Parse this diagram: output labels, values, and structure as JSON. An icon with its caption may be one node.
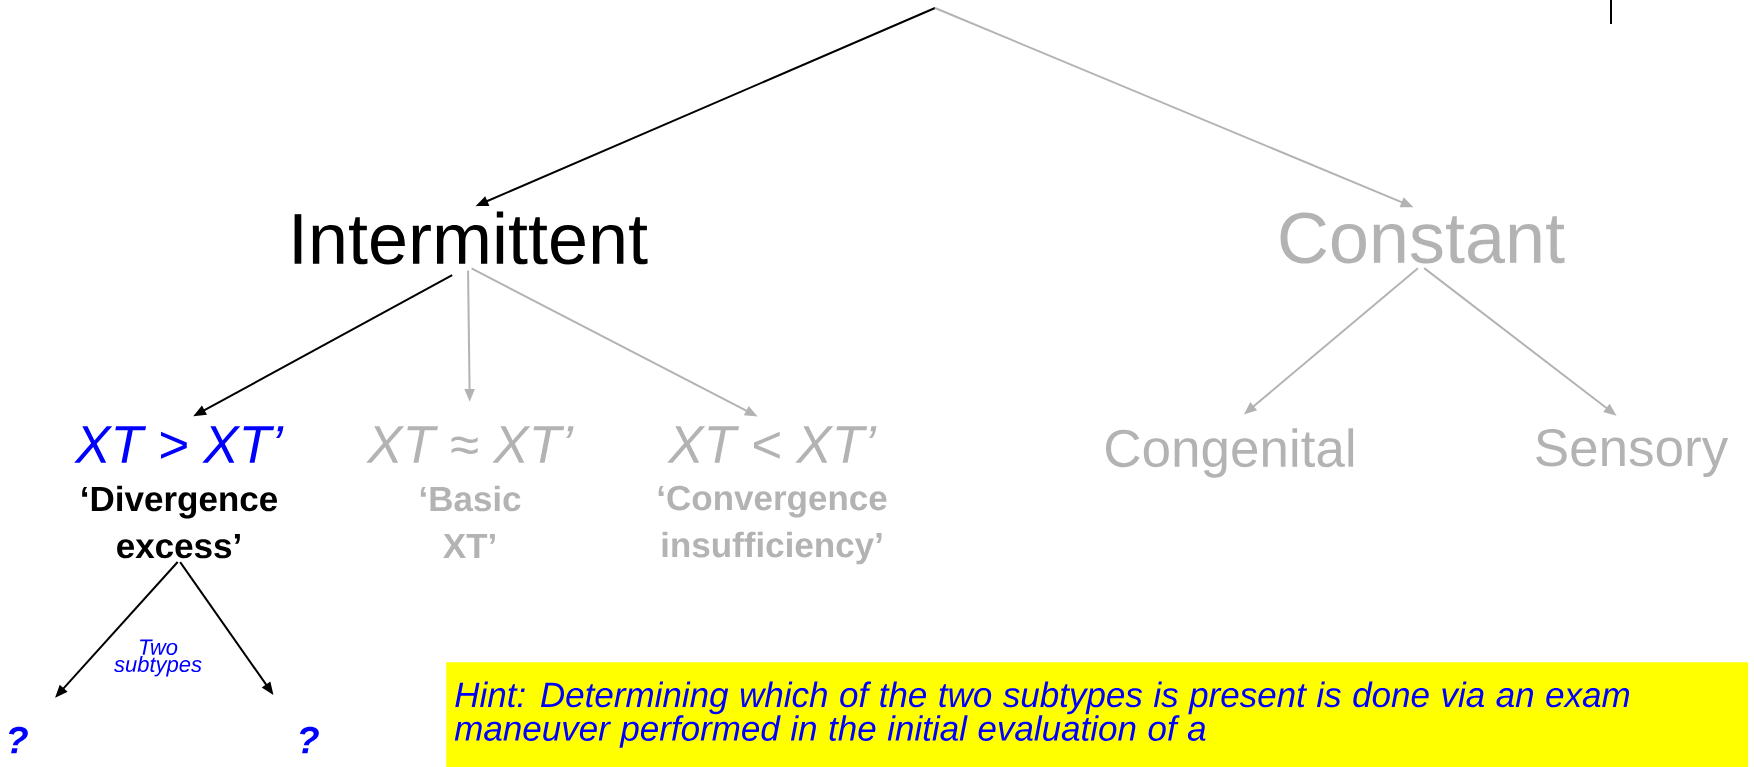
{
  "diagram": {
    "nodes": [
      {
        "text": [
          "Intermittent"
        ]
      },
      {
        "text": [
          "Constant"
        ]
      },
      {
        "text": [
          "XT > XT’",
          "‘Divergence excess’"
        ]
      },
      {
        "text": [
          "XT ≈ XT’",
          "‘Basic XT’"
        ]
      },
      {
        "text": [
          "XT < XT’",
          "‘Convergence insufficiency’"
        ]
      },
      {
        "text": [
          "Congenital"
        ]
      },
      {
        "text": [
          "Sensory"
        ]
      },
      {
        "text": [
          "?"
        ]
      },
      {
        "text": [
          "?"
        ]
      },
      {
        "text": [
          "Hint: Determining which of the two subtypes is present is done via an exam maneuver performed in the initial evaluation of a"
        ]
      }
    ],
    "edges": [
      {
        "from": null,
        "to": 0,
        "arrow": "to",
        "color": "#000000"
      },
      {
        "from": null,
        "to": 1,
        "arrow": "to"
      },
      {
        "from": 0,
        "to": 2,
        "arrow": "to",
        "color": "#000000"
      },
      {
        "from": 0,
        "to": 3,
        "arrow": "to"
      },
      {
        "from": 0,
        "to": 4,
        "arrow": "to"
      },
      {
        "from": 1,
        "to": 5,
        "arrow": "to"
      },
      {
        "from": 1,
        "to": 6,
        "arrow": "to"
      },
      {
        "from": 2,
        "to": 7,
        "arrow": "to",
        "color": "#000000",
        "label": "Two subtypes"
      },
      {
        "from": 2,
        "to": 8,
        "arrow": "to",
        "color": "#000000"
      }
    ]
  }
}
